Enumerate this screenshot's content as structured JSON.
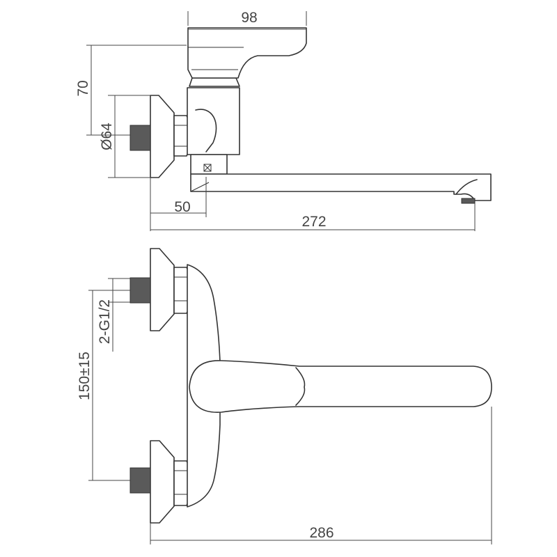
{
  "dimensions": {
    "top_width": "98",
    "top_height": "70",
    "flange_diameter": "Ø64",
    "spout_offset": "50",
    "top_length": "272",
    "inlet_thread": "2-G1/2",
    "inlet_spacing": "150±15",
    "bottom_length": "286"
  },
  "colors": {
    "line": "#333333",
    "thread_fill": "#5a5a5a",
    "background": "#ffffff"
  }
}
